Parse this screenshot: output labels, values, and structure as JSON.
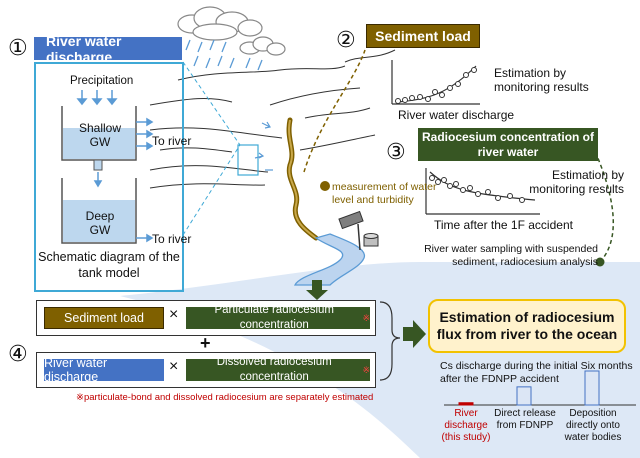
{
  "step1": {
    "num": "①",
    "title": "River water discharge"
  },
  "tank": {
    "precip": "Precipitation",
    "shallow": "Shallow\nGW",
    "deep": "Deep\nGW",
    "to_river_1": "To river",
    "to_river_2": "To river",
    "caption": "Schematic diagram of the tank model"
  },
  "step2": {
    "num": "②",
    "title": "Sediment load",
    "note": "Estimation by monitoring results",
    "xlabel": "River water discharge"
  },
  "step3": {
    "num": "③",
    "title": "Radiocesium concentration of river water",
    "note": "Estimation by monitoring results",
    "xlabel": "Time after the 1F accident"
  },
  "measure": "measurement of water level and turbidity",
  "sampling": "River water sampling with suspended sediment, radiocesium analysis",
  "step4": {
    "num": "④",
    "sediment": "Sediment load",
    "times1": "×",
    "particulate": "Particulate radiocesium concentration",
    "plus": "+",
    "discharge": "River water discharge",
    "times2": "×",
    "dissolved": "Dissolved radiocesium concentration",
    "asterisk": "※",
    "note": "※particulate-bond and dissolved radiocesium are separately estimated"
  },
  "result": {
    "title": "Estimation of radiocesium flux from river to the ocean",
    "bar_caption": "Cs discharge during the initial Six months after the FDNPP accident",
    "bars": [
      {
        "label": "River discharge (this study)",
        "value": 1
      },
      {
        "label": "Direct release from FDNPP",
        "value": 8
      },
      {
        "label": "Deposition directly onto water bodies",
        "value": 15
      }
    ]
  },
  "colors": {
    "blue": "#4472c4",
    "brown": "#7f6000",
    "green": "#375623",
    "yellow": "#fff2cc",
    "red": "#c00000"
  }
}
